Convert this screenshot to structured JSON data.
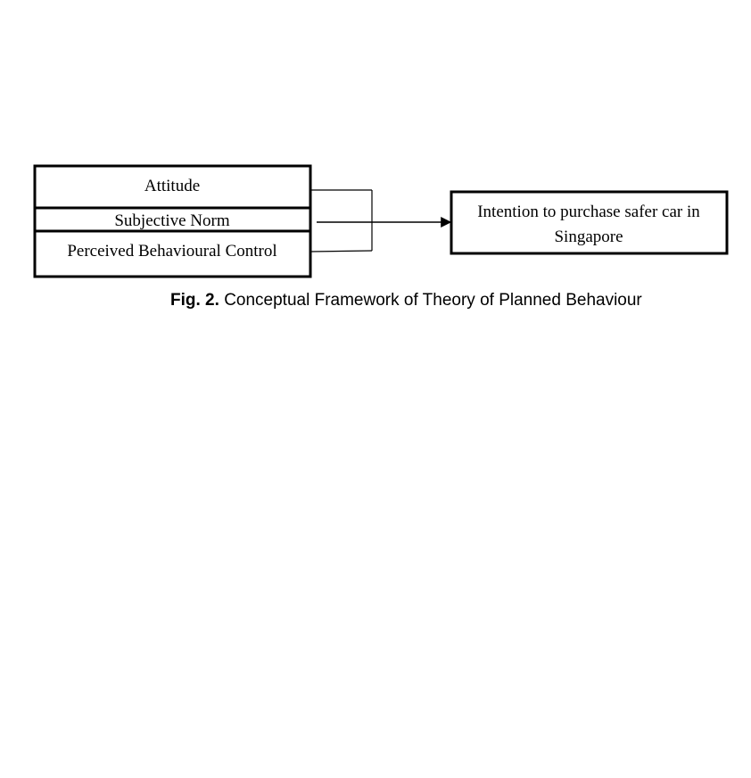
{
  "diagram": {
    "inputs": {
      "attitude": "Attitude",
      "subjective_norm": "Subjective Norm",
      "perceived_control": "Perceived Behavioural Control"
    },
    "outcome": {
      "line1": "Intention to purchase safer car in",
      "line2": "Singapore"
    }
  },
  "caption": {
    "label": "Fig. 2.",
    "text": "Conceptual Framework of Theory of Planned Behaviour"
  }
}
